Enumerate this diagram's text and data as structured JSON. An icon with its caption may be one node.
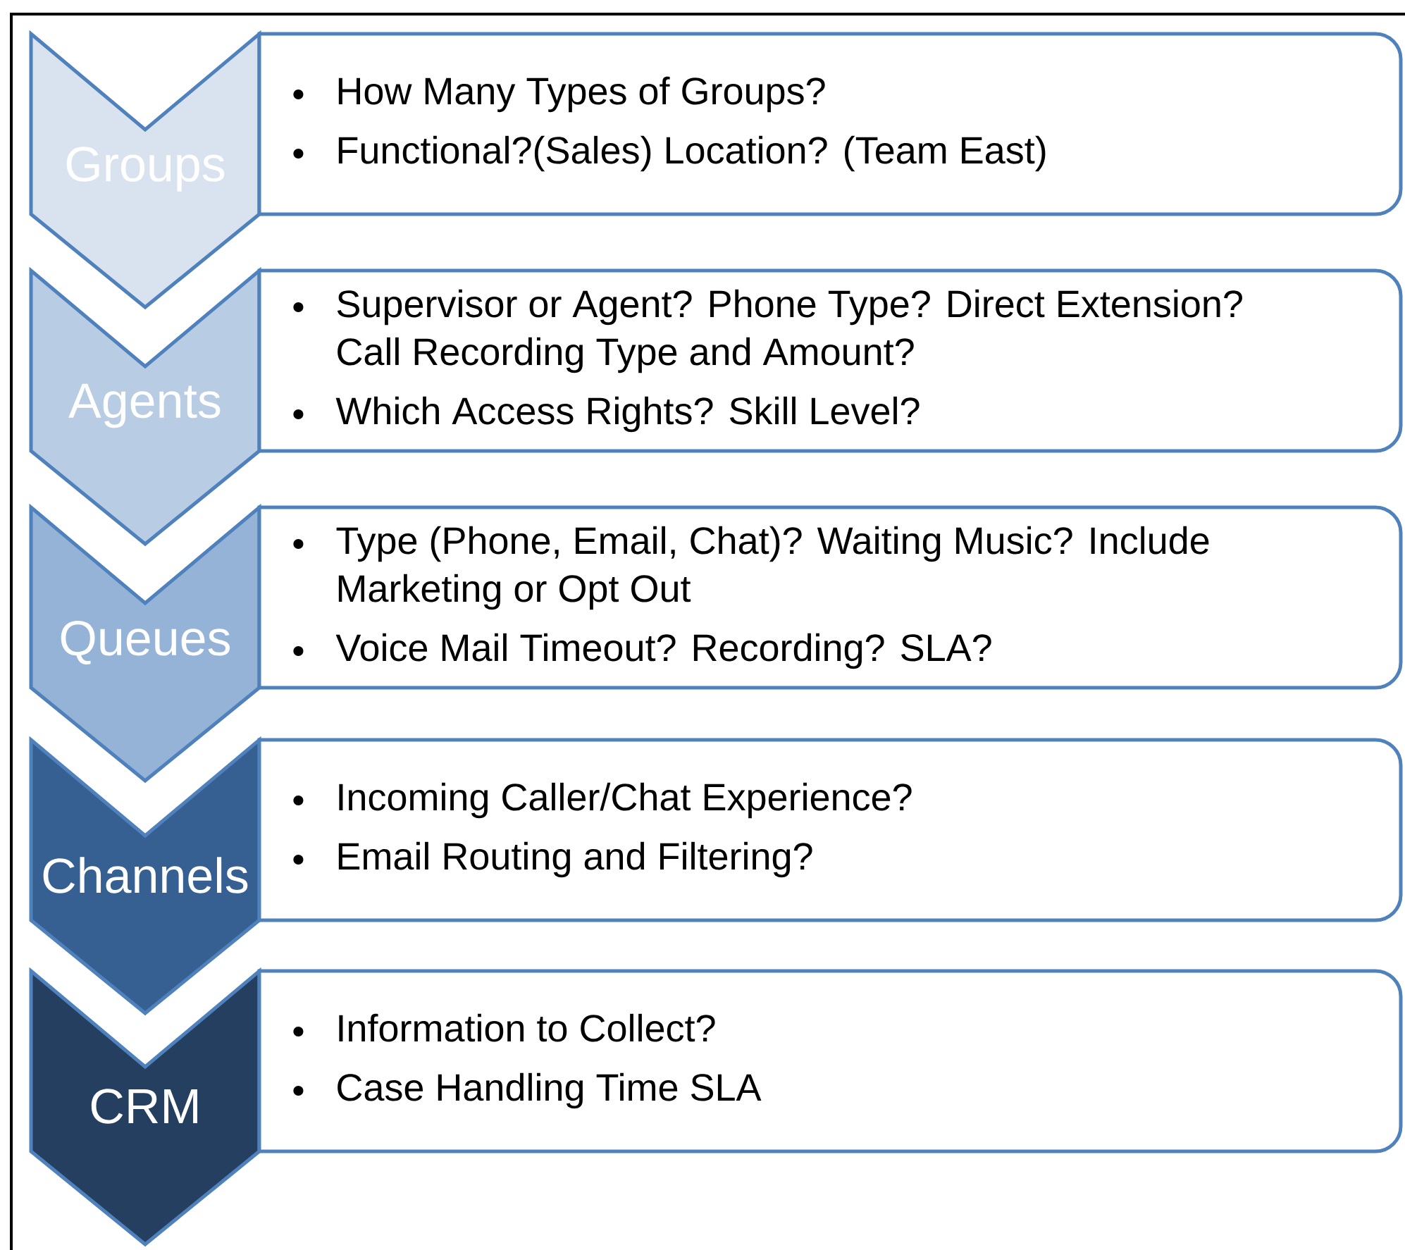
{
  "diagram": {
    "nodes": [
      {
        "text": [
          "Groups"
        ]
      },
      {
        "text": [
          "How Many Types of Groups?",
          "Functional?(Sales) Location? (Team East)"
        ]
      },
      {
        "text": [
          "Agents"
        ]
      },
      {
        "text": [
          "Supervisor or Agent? Phone Type? Direct Extension? Call Recording Type and Amount?",
          "Which Access Rights? Skill Level?"
        ]
      },
      {
        "text": [
          "Queues"
        ]
      },
      {
        "text": [
          "Type (Phone, Email, Chat)? Waiting Music? Include Marketing or Opt Out",
          "Voice Mail Timeout? Recording? SLA?"
        ]
      },
      {
        "text": [
          "Channels"
        ]
      },
      {
        "text": [
          "Incoming Caller/Chat Experience?",
          "Email Routing and Filtering?"
        ]
      },
      {
        "text": [
          "CRM"
        ]
      },
      {
        "text": [
          "Information to Collect?",
          "Case Handling Time SLA"
        ]
      }
    ]
  }
}
